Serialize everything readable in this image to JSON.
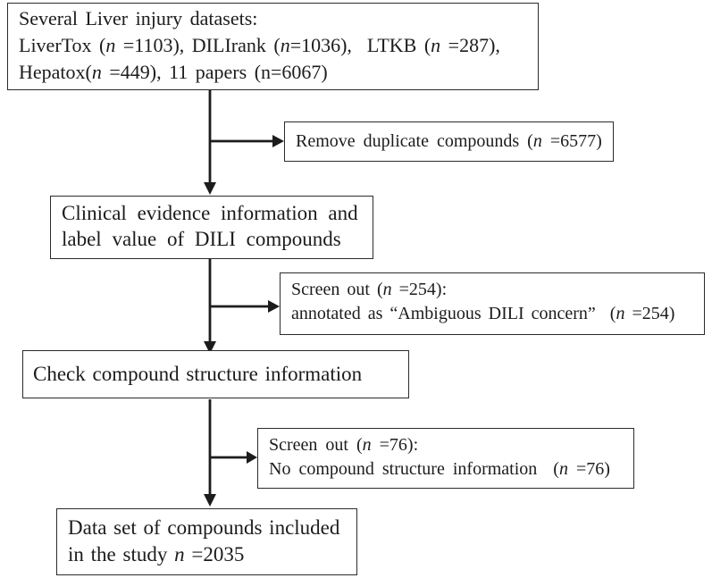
{
  "figure": {
    "background": "#ffffff",
    "ink_color": "#1c1c1c",
    "boxes": {
      "datasets": {
        "line1": "Several Liver injury datasets:",
        "line2": {
          "a": "LiverTox (",
          "n1": "n",
          "b": " =1103), DILIrank (",
          "n2": "n",
          "c": "=1036),  LTKB (",
          "n3": "n",
          "d": " =287),"
        },
        "line3": {
          "a": "Hepatox(",
          "n1": "n",
          "b": " =449), 11 papers (n=6067)"
        }
      },
      "remove_duplicates": {
        "a": "Remove duplicate compounds (",
        "n1": "n",
        "b": " =6577)"
      },
      "clinical_evidence": {
        "line1": "Clinical evidence information and",
        "line2": "label value of DILI compounds"
      },
      "screen_out_ambiguous": {
        "line1": {
          "a": "Screen out (",
          "n1": "n",
          "b": " =254):"
        },
        "line2": {
          "a": "annotated as “Ambiguous DILI concern”  (",
          "n1": "n",
          "b": " =254)"
        }
      },
      "check_structure": {
        "line1": "Check compound structure information"
      },
      "screen_out_structure": {
        "line1": {
          "a": "Screen out (",
          "n1": "n",
          "b": " =76):"
        },
        "line2": {
          "a": "No compound structure information  (",
          "n1": "n",
          "b": " =76)"
        }
      },
      "final_dataset": {
        "line1": "Data set of compounds included",
        "line2": {
          "a": "in the study ",
          "n1": "n",
          "b": " =2035"
        }
      }
    }
  }
}
